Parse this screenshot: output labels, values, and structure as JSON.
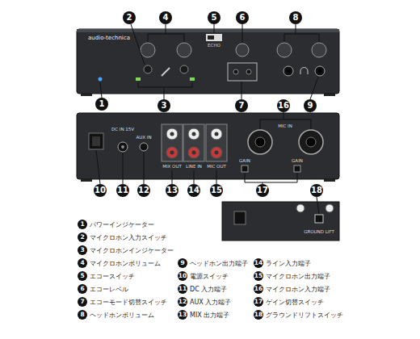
{
  "diagram": {
    "labels": [
      "audio-technica",
      "ECHO",
      "DC IN 15V",
      "AUX IN",
      "MIX OUT",
      "LINE IN",
      "MIC OUT",
      "MIC IN",
      "GAIN",
      "GAIN",
      "GROUND LIFT",
      "1",
      "2",
      "3",
      "4",
      "5",
      "6",
      "7",
      "8",
      "9",
      "10",
      "11",
      "12",
      "13",
      "14",
      "15",
      "16",
      "17",
      "18",
      "1",
      "パワーインジケーター",
      "2",
      "マイクロホン入力スイッチ",
      "3",
      "マイクロホンインジケーター",
      "4",
      "マイクロホンボリューム",
      "5",
      "エコースイッチ",
      "6",
      "エコーレベル",
      "7",
      "エコーモード切替スイッチ",
      "8",
      "ヘッドホンボリューム",
      "9",
      "ヘッドホン出力端子",
      "10",
      "電源スイッチ",
      "11",
      "DC 入力端子",
      "12",
      "AUX 入力端子",
      "13",
      "MIX 出力端子",
      "14",
      "ライン入力端子",
      "15",
      "マイクロホン出力端子",
      "16",
      "マイクロホン入力端子",
      "17",
      "ゲイン切替スイッチ",
      "18",
      "グラウンドリフトスイッチ"
    ]
  }
}
